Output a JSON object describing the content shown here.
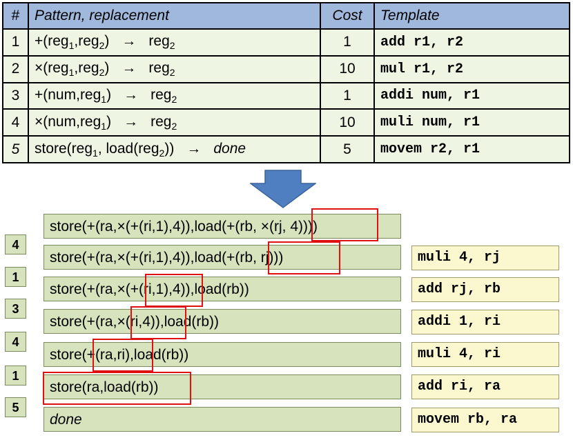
{
  "table": {
    "headers": {
      "num": "#",
      "pattern": "Pattern, replacement",
      "cost": "Cost",
      "template": "Template"
    },
    "rows": [
      {
        "num": "1",
        "lhs": "+(reg1,reg2)",
        "arrow": "→",
        "rhs": "reg2",
        "cost": "1",
        "template": "add r1, r2"
      },
      {
        "num": "2",
        "lhs": "×(reg1,reg2)",
        "arrow": "→",
        "rhs": "reg2",
        "cost": "10",
        "template": "mul r1, r2"
      },
      {
        "num": "3",
        "lhs": "+(num,reg1)",
        "arrow": "→",
        "rhs": "reg2",
        "cost": "1",
        "template": "addi num, r1"
      },
      {
        "num": "4",
        "lhs": "×(num,reg1)",
        "arrow": "→",
        "rhs": "reg2",
        "cost": "10",
        "template": "muli num, r1"
      },
      {
        "num": "5",
        "lhs": "store(reg1, load(reg2))",
        "arrow": "→",
        "rhs": "done",
        "cost": "5",
        "template": "movem r2, r1"
      }
    ]
  },
  "arrow_icon": "down-arrow-icon",
  "highlight_color": "#e01010",
  "derivation": {
    "expressions": [
      "store(+(ra,×(+(ri,1),4)),load(+(rb, ×(rj, 4))))",
      "store(+(ra,×(+(ri,1),4)),load(+(rb, rj)))",
      "store(+(ra,×(+(ri,1),4)),load(rb))",
      "store(+(ra,×(ri,4)),load(rb))",
      "store(+(ra,ri),load(rb))",
      "store(ra,load(rb))",
      "done"
    ],
    "rules": [
      "4",
      "1",
      "3",
      "4",
      "1",
      "5"
    ],
    "templates": [
      "muli 4, rj",
      "add rj, rb",
      "addi 1, ri",
      "muli 4, ri",
      "add ri, ra",
      "movem rb, ra"
    ]
  }
}
